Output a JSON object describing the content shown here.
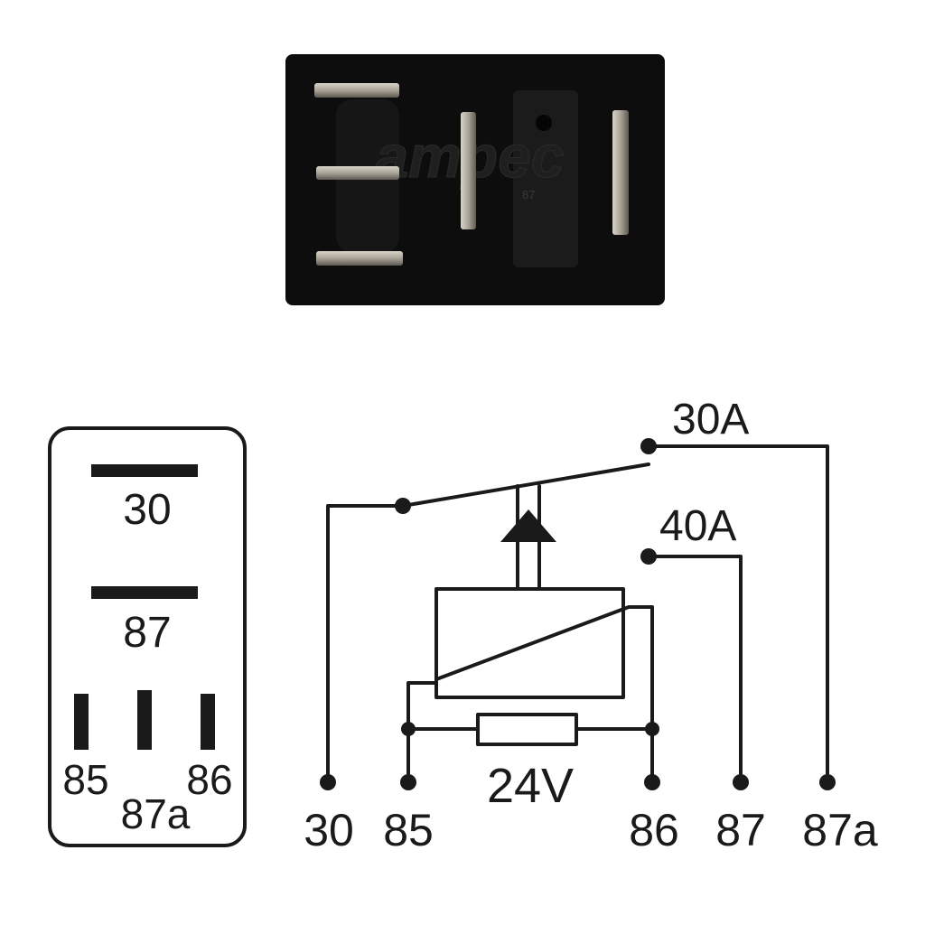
{
  "photo": {
    "logo_text": "ampec",
    "pin_marking": "87",
    "colors": {
      "body": "#0d0d0d",
      "pin": "#b8b2a6",
      "pin_shadow": "#6f6a60"
    }
  },
  "pinout": {
    "labels": {
      "pin30": "30",
      "pin87": "87",
      "pin85": "85",
      "pin87a": "87a",
      "pin86": "86"
    }
  },
  "schematic": {
    "ratings": {
      "nc_contact": "30A",
      "no_contact": "40A"
    },
    "coil_voltage": "24V",
    "terminals": {
      "t30": "30",
      "t85": "85",
      "t86": "86",
      "t87": "87",
      "t87a": "87a"
    }
  },
  "colors": {
    "ink": "#1a1a1a",
    "background": "#ffffff"
  }
}
